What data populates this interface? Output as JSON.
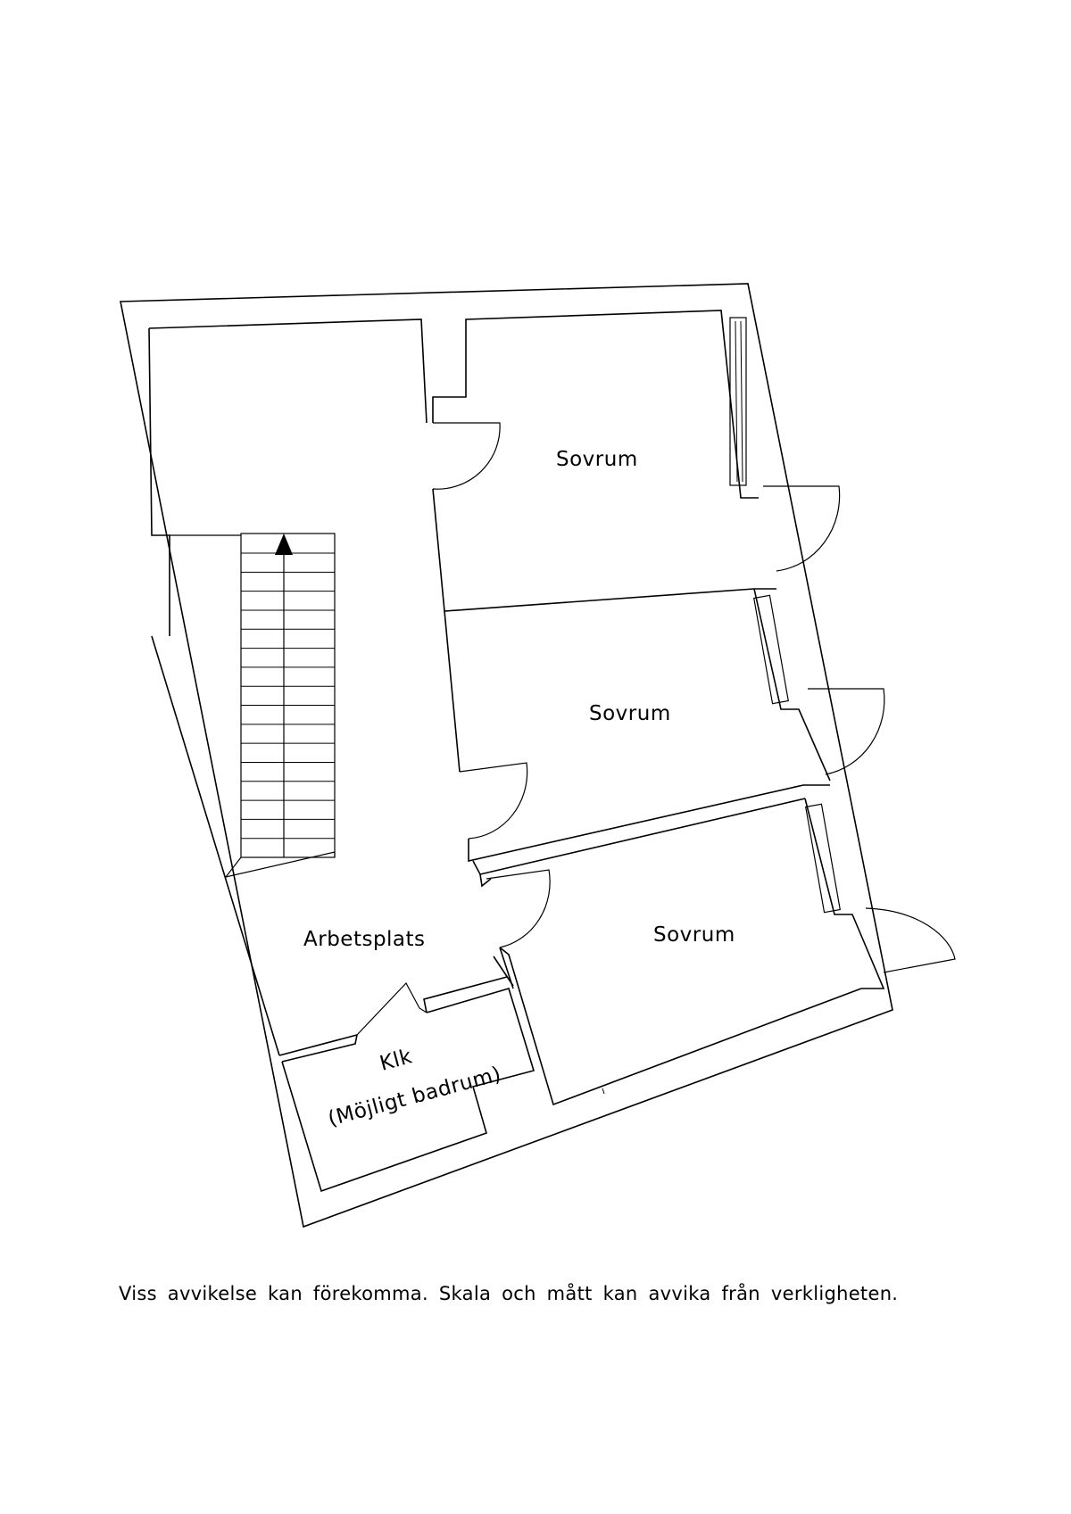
{
  "plan": {
    "rooms": {
      "bedroom_1": "Sovrum",
      "bedroom_2": "Sovrum",
      "bedroom_3": "Sovrum",
      "workspace": "Arbetsplats",
      "closet_line1": "Klk",
      "closet_line2": "(Möjligt badrum)"
    },
    "stairs": {
      "steps": 16,
      "direction": "up"
    }
  },
  "disclaimer": "Viss avvikelse kan förekomma. Skala och mått kan avvika från verkligheten."
}
